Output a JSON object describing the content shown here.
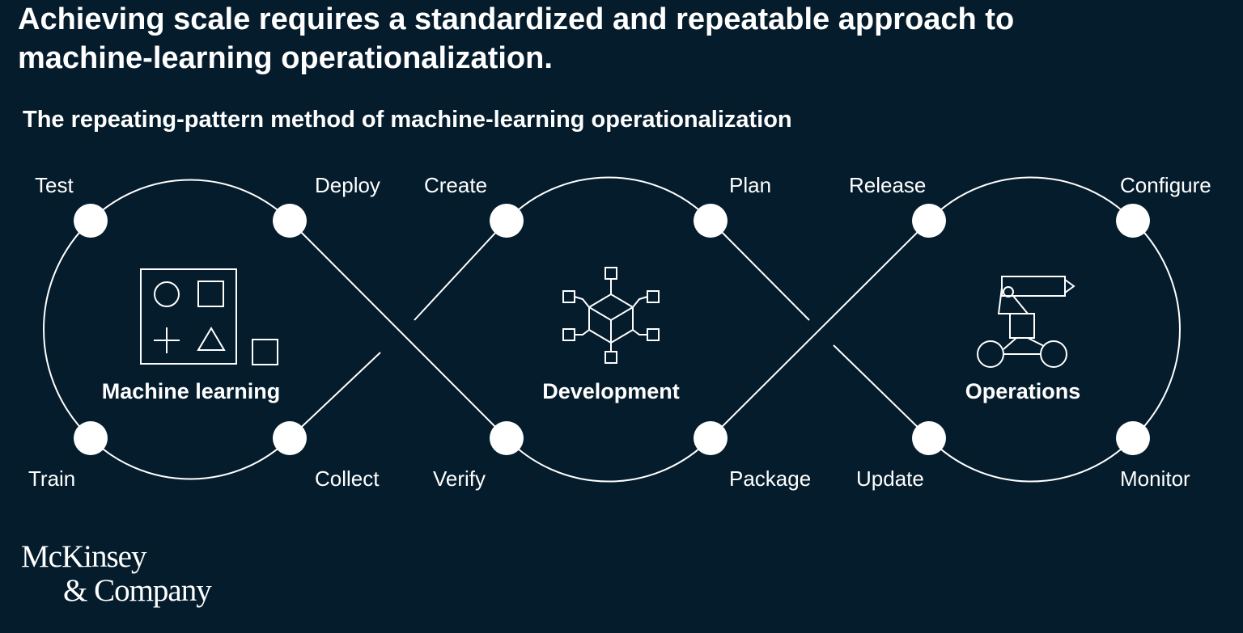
{
  "header": {
    "title": "Achieving scale requires a standardized and repeatable approach to machine-learning operationalization.",
    "subtitle": "The repeating-pattern method of machine-learning operationalization"
  },
  "loops": [
    {
      "phase": "Machine learning",
      "icon": "ml-shapes-icon",
      "stages": {
        "top_left": "Test",
        "top_right": "Deploy",
        "bottom_left": "Train",
        "bottom_right": "Collect"
      }
    },
    {
      "phase": "Development",
      "icon": "network-cube-icon",
      "stages": {
        "top_left": "Create",
        "top_right": "Plan",
        "bottom_left": "Verify",
        "bottom_right": "Package"
      }
    },
    {
      "phase": "Operations",
      "icon": "robot-arm-icon",
      "stages": {
        "top_left": "Release",
        "top_right": "Configure",
        "bottom_left": "Update",
        "bottom_right": "Monitor"
      }
    }
  ],
  "footer": {
    "logo_line1": "McKinsey",
    "logo_line2": "& Company"
  },
  "colors": {
    "background": "#051C2C",
    "foreground": "#FFFFFF"
  }
}
